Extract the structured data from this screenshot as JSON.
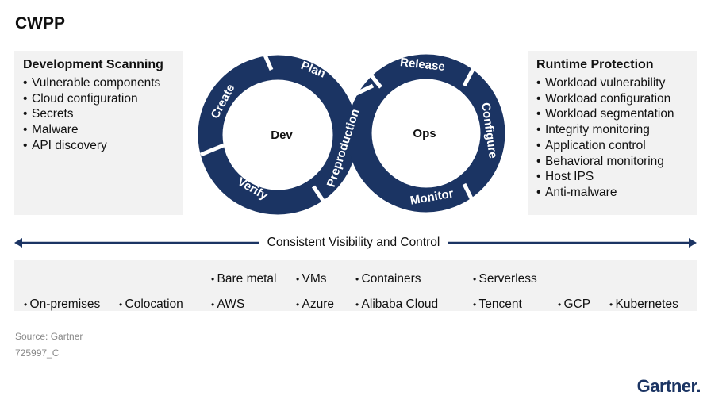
{
  "title": "CWPP",
  "dev_scanning": {
    "heading": "Development Scanning",
    "items": [
      "Vulnerable components",
      "Cloud configuration",
      "Secrets",
      "Malware",
      "API discovery"
    ]
  },
  "runtime": {
    "heading": "Runtime Protection",
    "items": [
      "Workload vulnerability",
      "Workload configuration",
      "Workload segmentation",
      "Integrity monitoring",
      "Application control",
      "Behavioral monitoring",
      "Host IPS",
      "Anti-malware"
    ]
  },
  "loop": {
    "dev": "Dev",
    "ops": "Ops",
    "create": "Create",
    "plan": "Plan",
    "verify": "Verify",
    "preproduction": "Preproduction",
    "release": "Release",
    "configure": "Configure",
    "monitor": "Monitor",
    "color": "#1b3463"
  },
  "visibility": "Consistent Visibility and Control",
  "platforms": {
    "on_premises": "On-premises",
    "colocation": "Colocation",
    "bare_metal": "Bare metal",
    "aws": "AWS",
    "vms": "VMs",
    "azure": "Azure",
    "containers": "Containers",
    "alibaba": "Alibaba Cloud",
    "serverless": "Serverless",
    "tencent": "Tencent",
    "gcp": "GCP",
    "kubernetes": "Kubernetes"
  },
  "source": "Source: Gartner",
  "figure_id": "725997_C",
  "logo": "Gartner."
}
